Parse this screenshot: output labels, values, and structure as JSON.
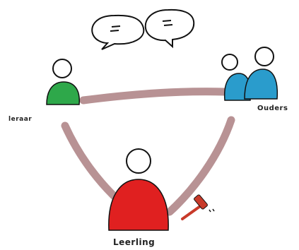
{
  "diagram": {
    "nodes": {
      "teacher": {
        "label": "leraar",
        "color": "#2ea84a"
      },
      "parents": {
        "label": "Ouders",
        "color": "#2a9ccc"
      },
      "student": {
        "label": "Leerling",
        "color": "#e02020"
      }
    },
    "connector_color": "#b89294",
    "icons": [
      "speech-bubble-icon",
      "speech-bubble-icon",
      "gavel-icon"
    ],
    "gavel_color": "#c83a2a"
  }
}
